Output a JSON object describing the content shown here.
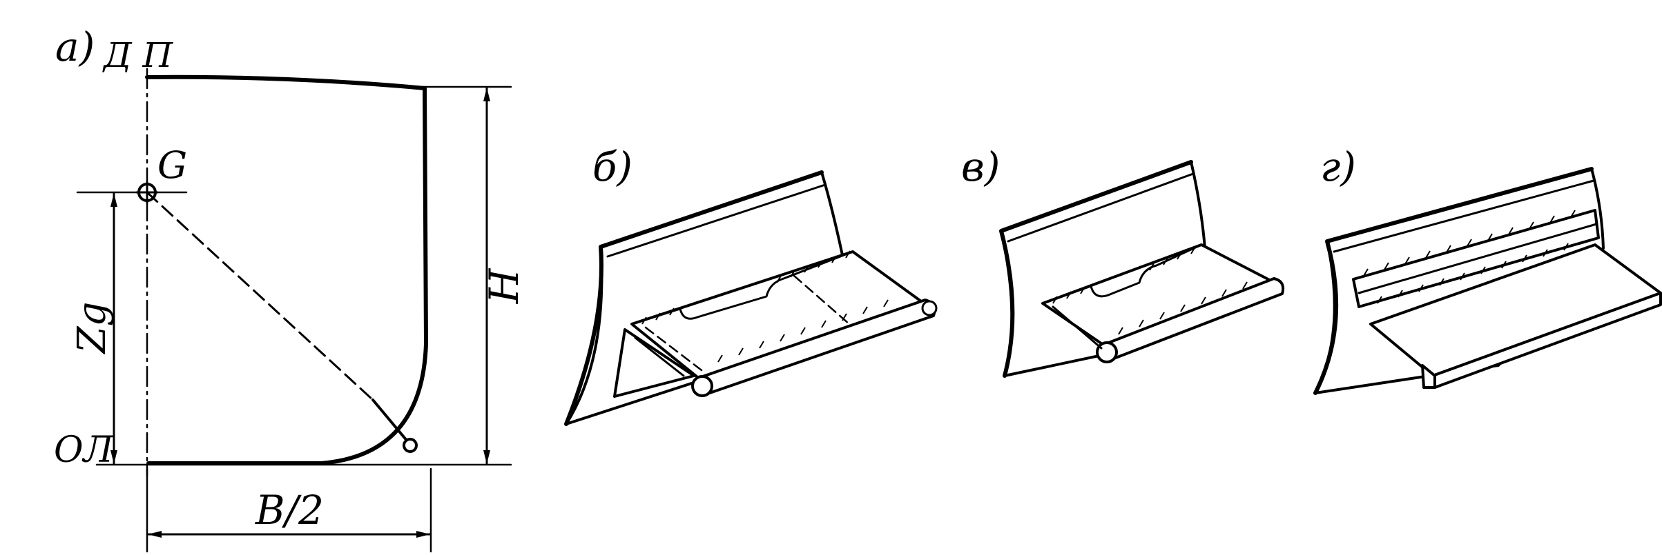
{
  "panel_a": {
    "letter": "а)",
    "label_dp": "Д П",
    "label_g": "G",
    "label_zg": "Zg",
    "label_ol": "ОЛ",
    "label_h": "H",
    "label_b2": "B/2"
  },
  "panel_b": {
    "letter": "б)"
  },
  "panel_v": {
    "letter": "в)"
  },
  "panel_g": {
    "letter": "г)"
  },
  "colors": {
    "ink": "#000000",
    "paper": "#ffffff"
  }
}
